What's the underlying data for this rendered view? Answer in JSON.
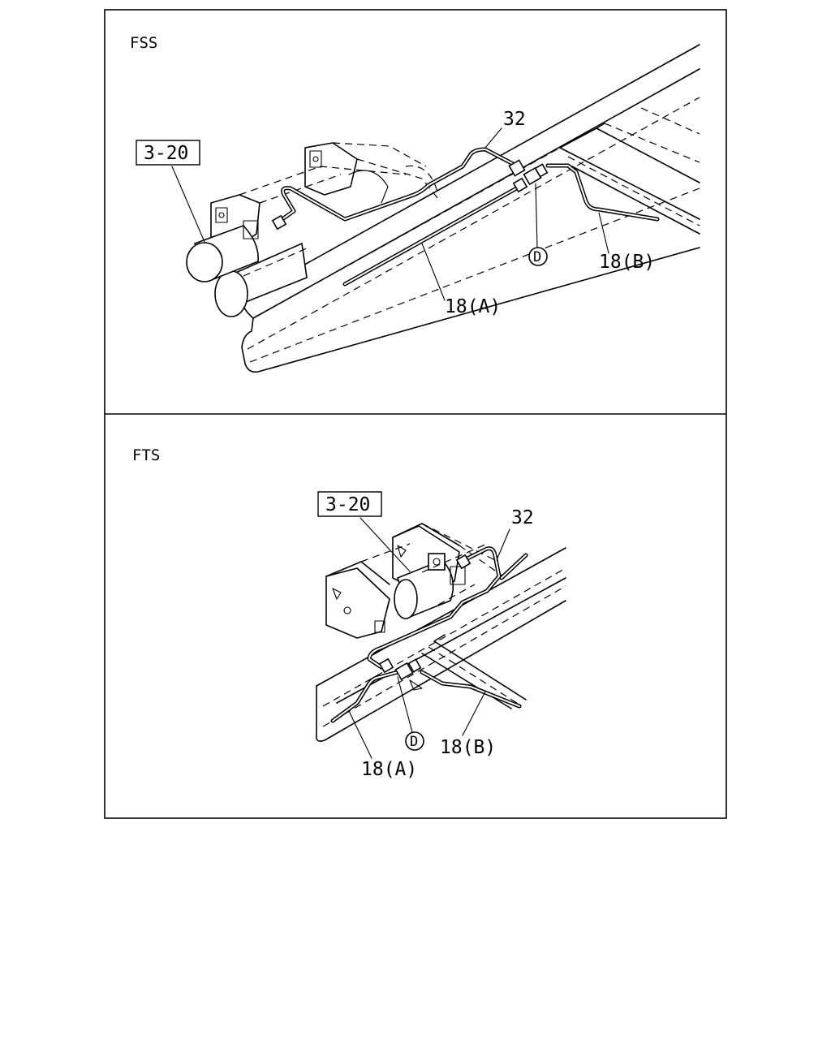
{
  "panels": [
    {
      "section_label": "FSS",
      "ref_box": "3-20",
      "callouts": {
        "pipe_top": "32",
        "pipe_a": "18(A)",
        "pipe_b": "18(B)",
        "fitting": "D"
      }
    },
    {
      "section_label": "FTS",
      "ref_box": "3-20",
      "callouts": {
        "pipe_top": "32",
        "pipe_a": "18(A)",
        "pipe_b": "18(B)",
        "fitting": "D"
      }
    }
  ]
}
